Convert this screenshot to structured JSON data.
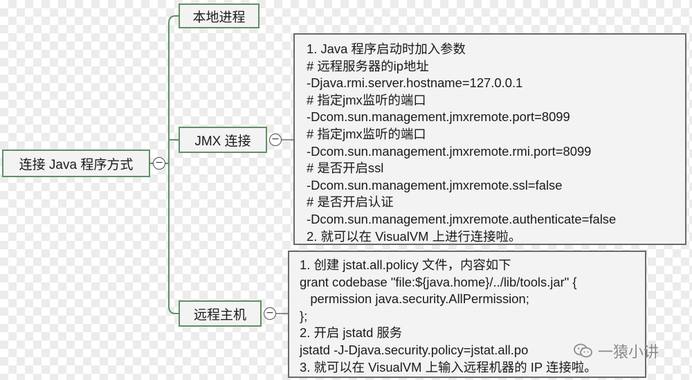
{
  "mindmap": {
    "root": {
      "label": "连接 Java 程序方式"
    },
    "branches": [
      {
        "label": "本地进程"
      },
      {
        "label": "JMX 连接"
      },
      {
        "label": "远程主机"
      }
    ],
    "notes": {
      "jmx": [
        "1. Java 程序启动时加入参数",
        "# 远程服务器的ip地址",
        "-Djava.rmi.server.hostname=127.0.0.1",
        "# 指定jmx监听的端口",
        "-Dcom.sun.management.jmxremote.port=8099",
        "# 指定jmx监听的端口",
        "-Dcom.sun.management.jmxremote.rmi.port=8099",
        "# 是否开启ssl",
        "-Dcom.sun.management.jmxremote.ssl=false",
        "# 是否开启认证",
        "-Dcom.sun.management.jmxremote.authenticate=false",
        "2. 就可以在 VisualVM 上进行连接啦。"
      ],
      "remote": [
        "1. 创建 jstat.all.policy 文件，内容如下",
        "grant codebase \"file:${java.home}/../lib/tools.jar\" {",
        "   permission java.security.AllPermission;",
        "};",
        "2. 开启 jstatd 服务",
        "jstatd -J-Djava.security.policy=jstat.all.po",
        "3. 就可以在 VisualVM 上输入远程机器的 IP 连接啦。"
      ]
    },
    "toggle_symbol": "−",
    "colors": {
      "node_border": "#5f8f62",
      "note_border": "#6a6a6a",
      "node_fill": "#f3f3f3"
    }
  },
  "watermark": {
    "text": "一猿小讲",
    "icon": "wechat-icon"
  }
}
